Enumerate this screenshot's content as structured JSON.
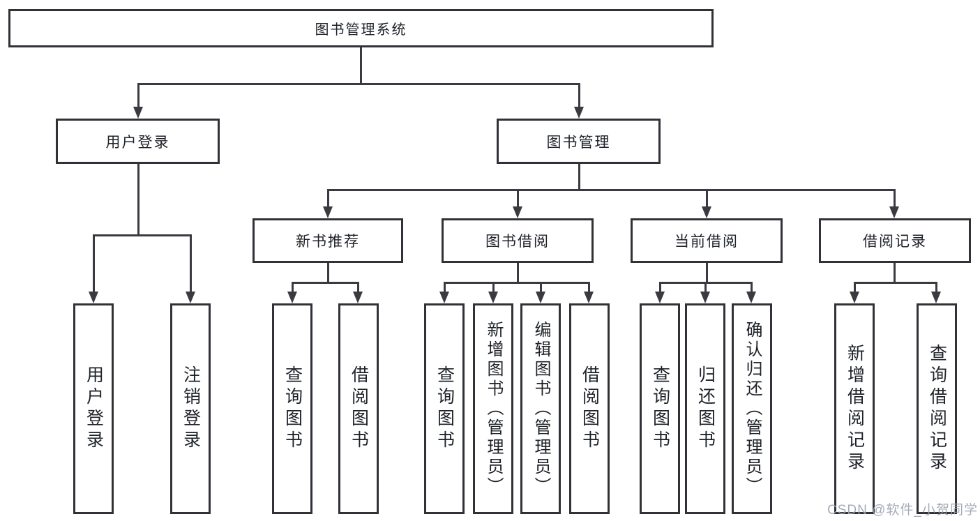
{
  "diagram": {
    "root": {
      "label": "图书管理系统"
    },
    "level2": [
      {
        "label": "用户登录"
      },
      {
        "label": "图书管理"
      }
    ],
    "level3": [
      {
        "label": "新书推荐"
      },
      {
        "label": "图书借阅"
      },
      {
        "label": "当前借阅"
      },
      {
        "label": "借阅记录"
      }
    ],
    "leaves": {
      "user_login": [
        "用户登录",
        "注销登录"
      ],
      "new_book_rec": [
        "查询图书",
        "借阅图书"
      ],
      "book_borrow": [
        "查询图书",
        "新增图书（管理员）",
        "编辑图书（管理员）",
        "借阅图书"
      ],
      "current_borrow": [
        "查询图书",
        "归还图书",
        "确认归还（管理员）"
      ],
      "borrow_records": [
        "新增借阅记录",
        "查询借阅记录"
      ]
    }
  },
  "watermark": "CSDN @软件_小贺同学",
  "colors": {
    "line": "#3a3b40",
    "box_border": "#303237",
    "text": "#1f2329",
    "watermark": "#9ba3b1",
    "background": "#ffffff"
  }
}
